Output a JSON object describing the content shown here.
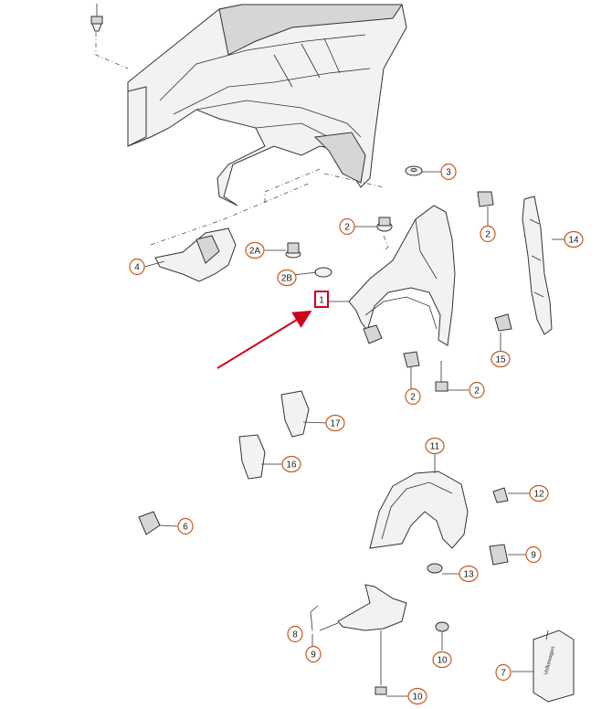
{
  "diagram": {
    "callouts": [
      {
        "id": "c1",
        "label": "1",
        "style": "boxed"
      },
      {
        "id": "c2a",
        "label": "2"
      },
      {
        "id": "c2b",
        "label": "2"
      },
      {
        "id": "c2c",
        "label": "2"
      },
      {
        "id": "c2d",
        "label": "2"
      },
      {
        "id": "c2A",
        "label": "2A"
      },
      {
        "id": "c2B",
        "label": "2B"
      },
      {
        "id": "c3",
        "label": "3"
      },
      {
        "id": "c4",
        "label": "4"
      },
      {
        "id": "c6",
        "label": "6"
      },
      {
        "id": "c7",
        "label": "7"
      },
      {
        "id": "c8",
        "label": "8"
      },
      {
        "id": "c9a",
        "label": "9"
      },
      {
        "id": "c9b",
        "label": "9"
      },
      {
        "id": "c10a",
        "label": "10"
      },
      {
        "id": "c10b",
        "label": "10"
      },
      {
        "id": "c11",
        "label": "11"
      },
      {
        "id": "c12",
        "label": "12"
      },
      {
        "id": "c13",
        "label": "13"
      },
      {
        "id": "c14",
        "label": "14"
      },
      {
        "id": "c15",
        "label": "15"
      },
      {
        "id": "c16",
        "label": "16"
      },
      {
        "id": "c17",
        "label": "17"
      }
    ],
    "package_text": "Volkswagen",
    "colors": {
      "callout_ring": "#c45a1e",
      "highlight_box": "#d0021b",
      "arrow": "#d0021b",
      "line": "#333333"
    }
  }
}
